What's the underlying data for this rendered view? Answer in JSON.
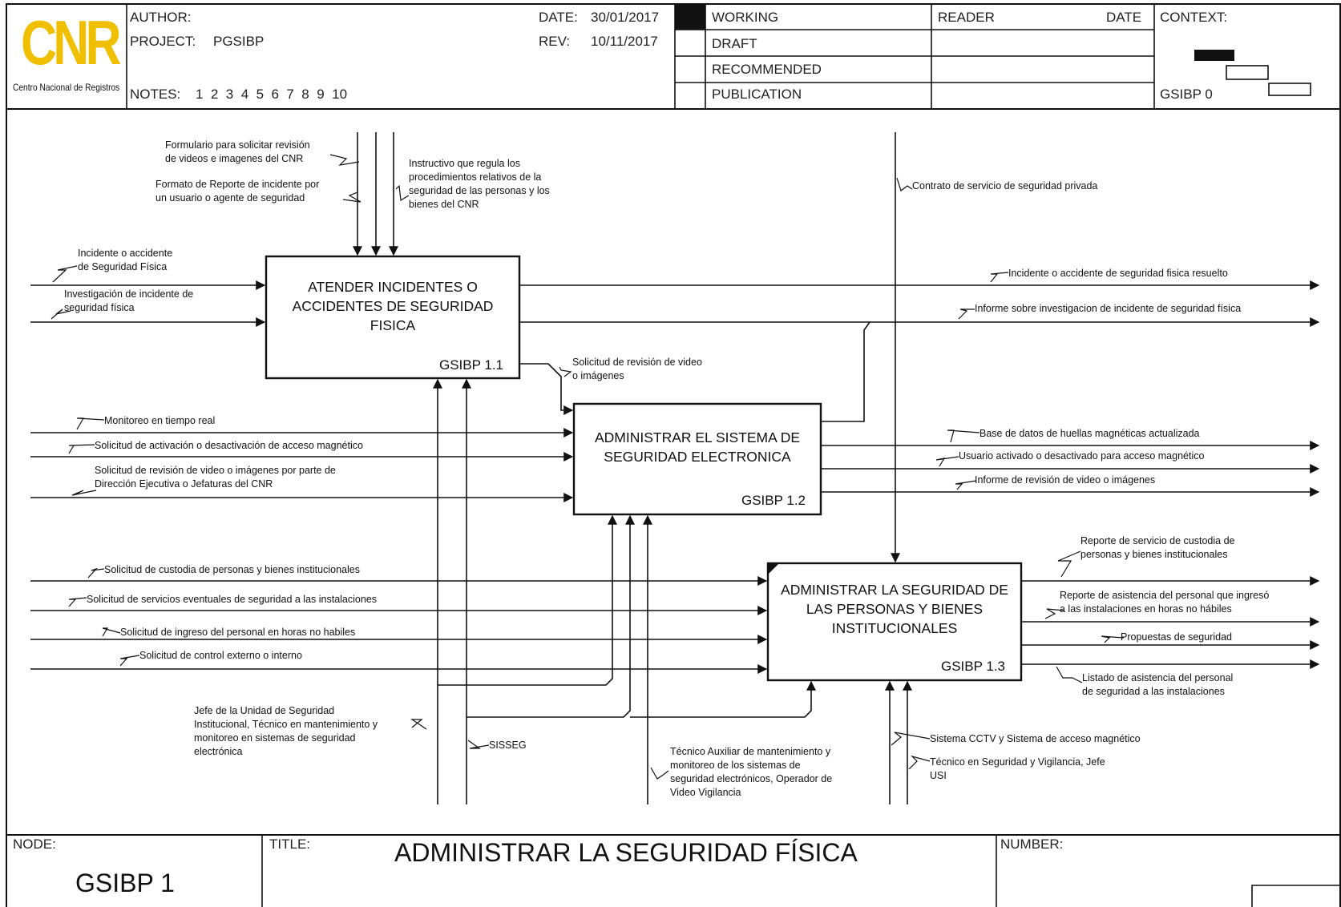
{
  "header": {
    "logo_text": "CNR",
    "logo_subtitle": "Centro Nacional de Registros",
    "author_label": "AUTHOR:",
    "project_label": "PROJECT:",
    "project_value": "PGSIBP",
    "notes_label": "NOTES:",
    "notes_numbers": "1  2  3  4  5  6  7  8  9  10",
    "date_label": "DATE:",
    "date_value": "30/01/2017",
    "rev_label": "REV:",
    "rev_value": "10/11/2017",
    "status": [
      "WORKING",
      "DRAFT",
      "RECOMMENDED",
      "PUBLICATION"
    ],
    "reader_label": "READER",
    "reader_date_label": "DATE",
    "context_label": "CONTEXT:",
    "context_node": "GSIBP 0"
  },
  "boxes": [
    {
      "title_lines": [
        "ATENDER  INCIDENTES O",
        "ACCIDENTES DE SEGURIDAD",
        "FISICA"
      ],
      "number": "GSIBP 1.1"
    },
    {
      "title_lines": [
        "ADMINISTRAR EL SISTEMA DE",
        "SEGURIDAD ELECTRONICA"
      ],
      "number": "GSIBP 1.2"
    },
    {
      "title_lines": [
        "ADMINISTRAR LA SEGURIDAD DE",
        "LAS PERSONAS Y BIENES",
        "INSTITUCIONALES"
      ],
      "number": "GSIBP 1.3"
    }
  ],
  "labels": {
    "control_formulario": [
      "Formulario para solicitar revisión",
      "de videos e imagenes del CNR"
    ],
    "control_formato": [
      "Formato de Reporte de incidente por",
      "un usuario o agente de seguridad"
    ],
    "control_instructivo": [
      "Instructivo que regula los",
      "procedimientos relativos de la",
      "seguridad de las personas y los",
      "bienes del CNR"
    ],
    "control_contrato": [
      "Contrato de servicio de seguridad privada"
    ],
    "input_incidente": [
      "Incidente o accidente",
      "de Seguridad Física"
    ],
    "input_investigacion": [
      "Investigación de incidente de",
      "seguridad física"
    ],
    "output_resuelto": [
      "Incidente o accidente de seguridad fisica resuelto"
    ],
    "output_informe_inv": [
      "Informe sobre investigacion de incidente de seguridad física"
    ],
    "flow_solicitud_video": [
      "Solicitud de revisión de video",
      "o imágenes"
    ],
    "input_monitoreo": [
      "Monitoreo en tiempo real"
    ],
    "input_activacion": [
      "Solicitud de activación o desactivación de acceso magnético"
    ],
    "input_revision_direccion": [
      "Solicitud de revisión de video o imágenes por parte de",
      "Dirección Ejecutiva o Jefaturas del CNR"
    ],
    "output_huellas": [
      "Base de datos de huellas magnéticas actualizada"
    ],
    "output_usuario": [
      "Usuario activado o desactivado para acceso magnético"
    ],
    "output_informe_video": [
      "Informe de revisión de video o imágenes"
    ],
    "input_custodia": [
      "Solicitud de custodia de personas y bienes institucionales"
    ],
    "input_eventuales": [
      "Solicitud de servicios eventuales de seguridad a las instalaciones"
    ],
    "input_ingreso": [
      "Solicitud de ingreso del personal en horas no habiles"
    ],
    "input_control": [
      "Solicitud de control externo o interno"
    ],
    "output_reporte_custodia": [
      "Reporte de servicio de custodia de",
      "personas y bienes institucionales"
    ],
    "output_reporte_asistencia": [
      "Reporte de asistencia del personal que ingresó",
      "a las instalaciones en horas no hábiles"
    ],
    "output_propuestas": [
      "Propuestas de seguridad"
    ],
    "output_listado": [
      "Listado de asistencia del personal",
      "de seguridad a las instalaciones"
    ],
    "mech_jefe": [
      "Jefe de la Unidad de Seguridad",
      "Institucional, Técnico en mantenimiento y",
      "monitoreo en sistemas de seguridad",
      "electrónica"
    ],
    "mech_sisseg": [
      "SISSEG"
    ],
    "mech_tecnico_aux": [
      "Técnico Auxiliar de mantenimiento y",
      "monitoreo de los sistemas de",
      "seguridad electrónicos, Operador de",
      "Video Vigilancia"
    ],
    "mech_cctv": [
      "Sistema CCTV y Sistema de acceso magnético"
    ],
    "mech_tecnico_seg": [
      "Técnico en Seguridad y Vigilancia, Jefe",
      "USI"
    ]
  },
  "footer": {
    "node_label": "NODE:",
    "node_value": "GSIBP 1",
    "title_label": "TITLE:",
    "title_value": "ADMINISTRAR LA  SEGURIDAD FÍSICA",
    "number_label": "NUMBER:"
  }
}
